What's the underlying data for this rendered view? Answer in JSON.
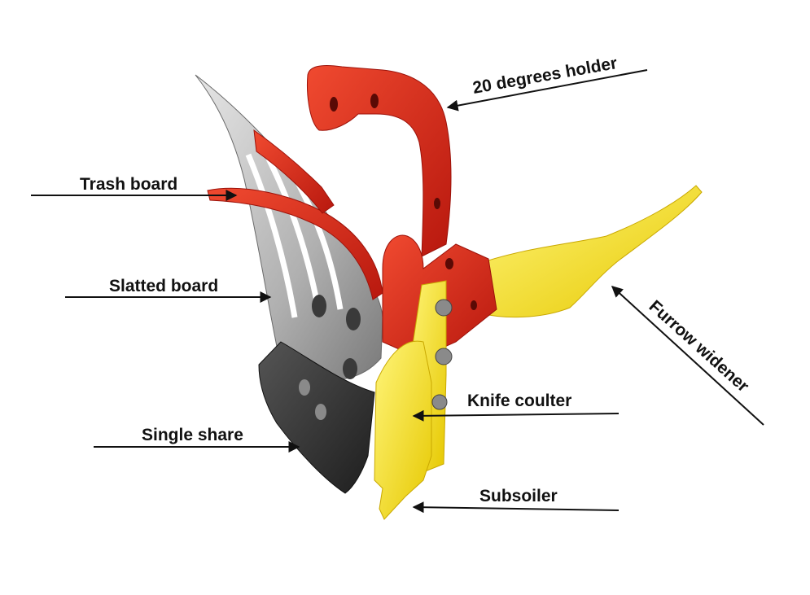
{
  "labels": {
    "trash_board": "Trash board",
    "slatted_board": "Slatted board",
    "single_share": "Single share",
    "holder": "20 degrees holder",
    "furrow_widener": "Furrow widener",
    "knife_coulter": "Knife coulter",
    "subsoiler": "Subsoiler"
  },
  "colors": {
    "red_part": "#e0281c",
    "yellow_part": "#f2e21a",
    "grey_part": "#b8b8b8",
    "dark_part": "#3a3a3a",
    "text": "#111111"
  }
}
